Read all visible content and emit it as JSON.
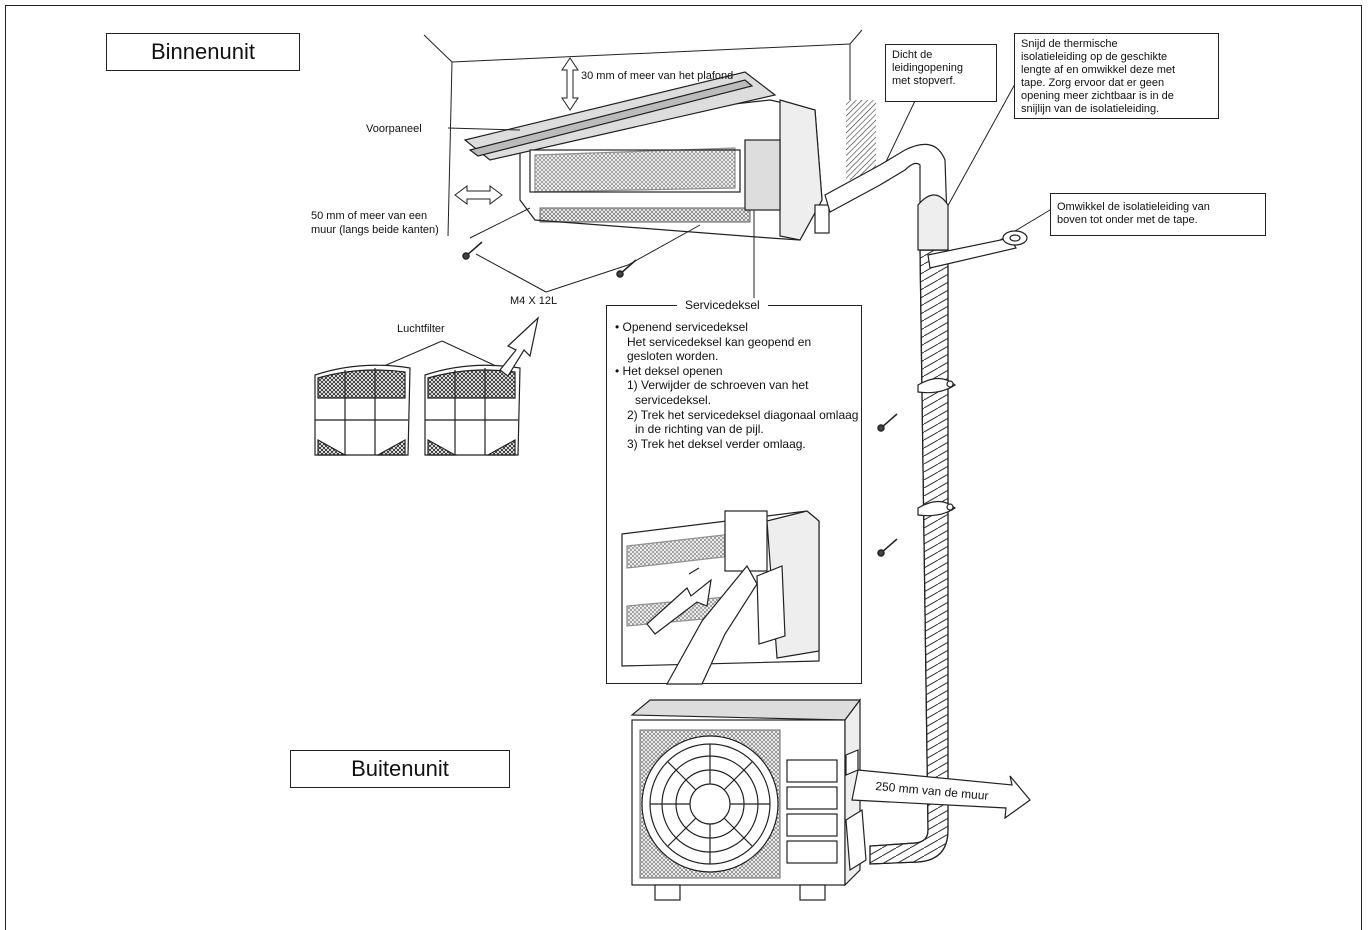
{
  "titles": {
    "indoor": "Binnenunit",
    "outdoor": "Buitenunit"
  },
  "labels": {
    "ceiling": "30 mm of meer van het plafond",
    "front_panel": "Voorpaneel",
    "wall_line1": "50 mm of meer van een",
    "wall_line2": "muur (langs beide kanten)",
    "screw": "M4 X 12L",
    "air_filter": "Luchtfilter",
    "wall_distance": "250 mm van de muur"
  },
  "callouts": {
    "putty": [
      "Dicht de",
      "leidingopening",
      "met stopverf."
    ],
    "insulation_cut": [
      "Snijd de thermische",
      "isolatieleiding op de geschikte",
      "lengte af en omwikkel deze met",
      "tape. Zorg ervoor dat er geen",
      "opening meer zichtbaar is in de",
      "snijlijn van de isolatieleiding."
    ],
    "insulation_wrap": [
      "Omwikkel de isolatieleiding van",
      "boven tot onder met de tape."
    ]
  },
  "service_cover": {
    "title": "Servicedeksel",
    "lines": [
      {
        "type": "bullet",
        "text": "• Openend servicedeksel"
      },
      {
        "type": "text",
        "text": "Het servicedeksel kan geopend en gesloten worden."
      },
      {
        "type": "bullet",
        "text": "• Het deksel openen"
      },
      {
        "type": "step",
        "text": "1) Verwijder de schroeven van het servicedeksel."
      },
      {
        "type": "step",
        "text": "2) Trek het servicedeksel diagonaal omlaag in de richting van de pijl."
      },
      {
        "type": "step",
        "text": "3) Trek het deksel verder omlaag."
      }
    ]
  }
}
